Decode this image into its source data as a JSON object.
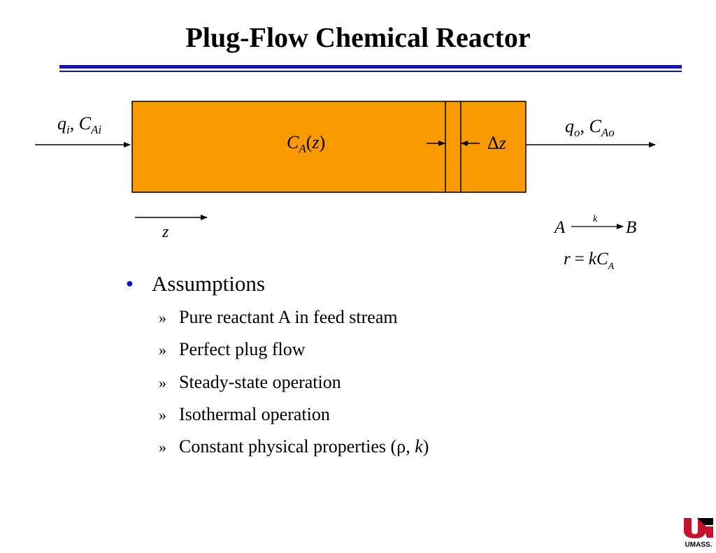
{
  "title": "Plug-Flow Chemical Reactor",
  "colors": {
    "rule": "#1010c8",
    "reactor_fill": "#f99a00",
    "logo_red": "#c4122f"
  },
  "diagram": {
    "inlet": {
      "flow": "q",
      "flow_sub": "i",
      "conc": "C",
      "conc_sub": "Ai"
    },
    "outlet": {
      "flow": "q",
      "flow_sub": "o",
      "conc": "C",
      "conc_sub": "Ao"
    },
    "profile": {
      "conc": "C",
      "conc_sub": "A",
      "arg": "z"
    },
    "slice": {
      "delta": "Δ",
      "var": "z"
    },
    "axis_label": "z"
  },
  "reaction": {
    "reactant": "A",
    "product": "B",
    "rate_const": "k",
    "rate_lhs": "r",
    "rate_eq": "=",
    "rate_rhs_k": "k",
    "rate_rhs_C": "C",
    "rate_rhs_sub": "A"
  },
  "assumptions": {
    "heading": "Assumptions",
    "items": [
      "Pure reactant A in feed stream",
      "Perfect plug flow",
      "Steady-state operation",
      "Isothermal operation"
    ],
    "last_item": {
      "text": "Constant physical properties (",
      "rho": "ρ",
      "sep": ", ",
      "k": "k",
      "close": ")"
    }
  },
  "logo_text": "UMASS."
}
